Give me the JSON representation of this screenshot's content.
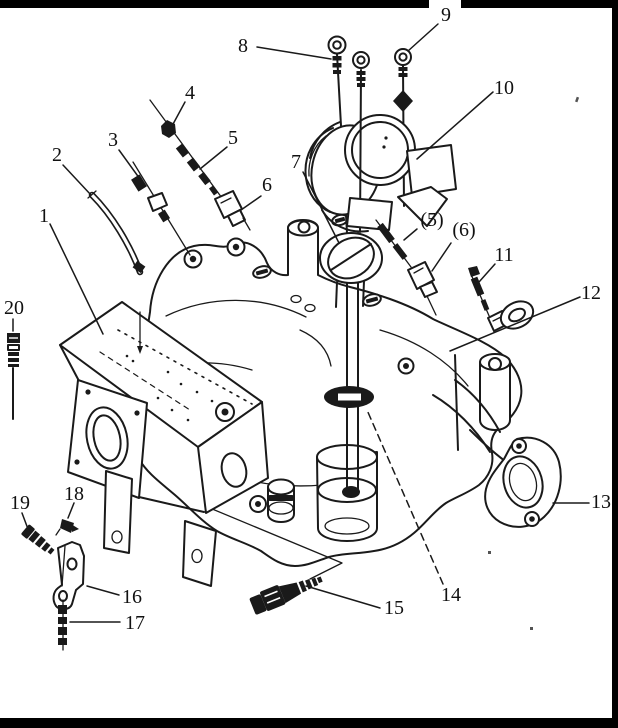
{
  "figure": {
    "type": "exploded-parts-line-drawing",
    "ink_color": "#1a1a1a",
    "paper_color": "#ffffff",
    "frame_color": "#000000"
  },
  "callouts": [
    {
      "label": "1"
    },
    {
      "label": "2"
    },
    {
      "label": "3"
    },
    {
      "label": "4"
    },
    {
      "label": "5"
    },
    {
      "label": "6"
    },
    {
      "label": "7"
    },
    {
      "label": "8"
    },
    {
      "label": "9"
    },
    {
      "label": "10"
    },
    {
      "label": "(5)"
    },
    {
      "label": "(6)"
    },
    {
      "label": "11"
    },
    {
      "label": "12"
    },
    {
      "label": "13"
    },
    {
      "label": "14"
    },
    {
      "label": "15"
    },
    {
      "label": "16"
    },
    {
      "label": "17"
    },
    {
      "label": "18"
    },
    {
      "label": "19"
    },
    {
      "label": "20"
    }
  ]
}
